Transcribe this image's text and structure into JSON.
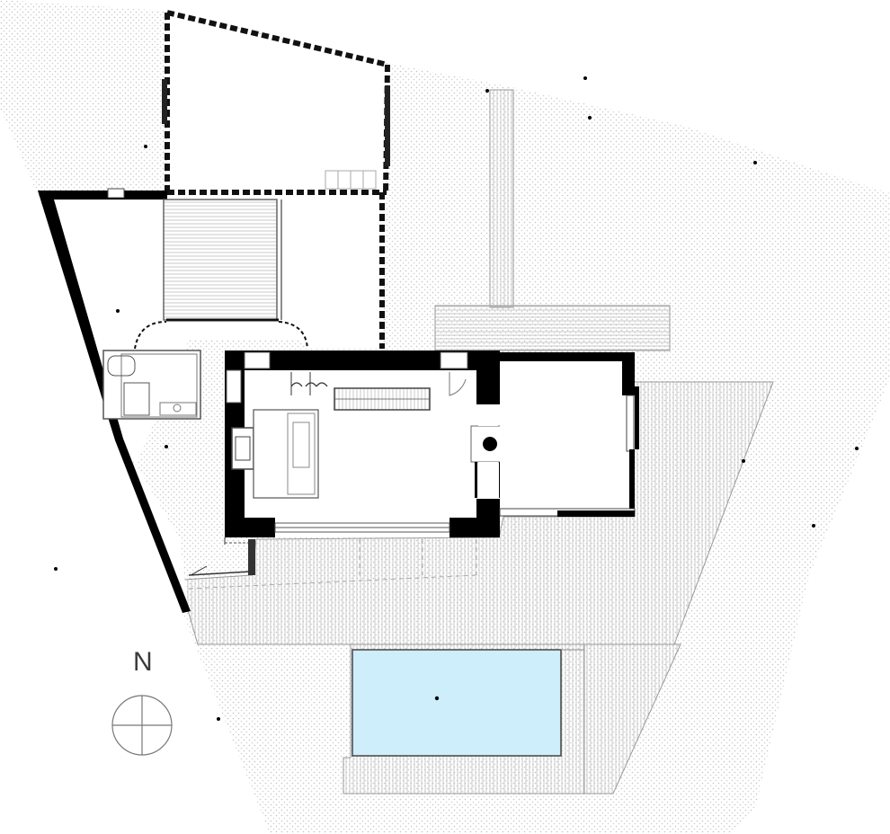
{
  "drawing": {
    "north_label": "N"
  },
  "colors": {
    "wall": "#000000",
    "pool_water": "#cdeefa",
    "deck_lines": "#bdbdbd",
    "ground_stipple": "#c6c6c6",
    "line": "#222222"
  },
  "icons": {
    "north_arrow": "compass-cross-icon",
    "pool": "pool-rectangle",
    "fireplace": "fireplace-symbol",
    "column": "round-column"
  }
}
